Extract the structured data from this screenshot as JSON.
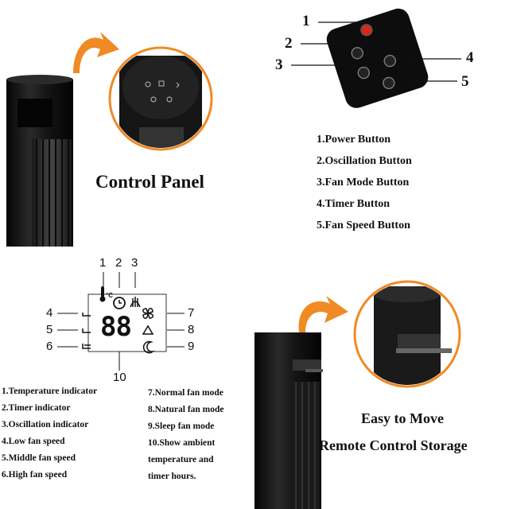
{
  "colors": {
    "accent_orange": "#F08A24",
    "tower_black": "#111111",
    "remote_black": "#0d0d0d",
    "power_red": "#d42a1a"
  },
  "control_panel": {
    "title": "Control Panel"
  },
  "remote": {
    "callouts": [
      "1",
      "2",
      "3",
      "4",
      "5"
    ],
    "legend": [
      "1.Power Button",
      "2.Oscillation Button",
      "3.Fan Mode Button",
      "4.Timer Button",
      "5.Fan Speed Button"
    ]
  },
  "display": {
    "digits": "88",
    "temp_unit": "°C",
    "top_callouts": [
      "1",
      "2",
      "3"
    ],
    "left_callouts": [
      "4",
      "5",
      "6"
    ],
    "right_callouts": [
      "7",
      "8",
      "9"
    ],
    "bottom_callout": "10",
    "legend_left": [
      "1.Temperature indicator",
      "2.Timer indicator",
      "3.Oscillation indicator",
      "4.Low fan speed",
      "5.Middle fan speed",
      "6.High fan speed"
    ],
    "legend_right": [
      "7.Normal fan mode",
      "8.Natural fan mode",
      "9.Sleep fan mode",
      "10.Show ambient",
      "temperature and",
      "timer hours."
    ]
  },
  "storage": {
    "line1": "Easy to Move",
    "line2": "Remote Control Storage"
  }
}
